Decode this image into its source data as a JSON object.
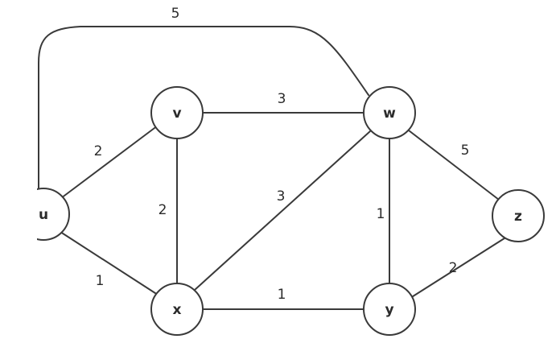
{
  "nodes": [
    {
      "id": "u",
      "label": "u"
    },
    {
      "id": "v",
      "label": "v"
    },
    {
      "id": "w",
      "label": "w"
    },
    {
      "id": "x",
      "label": "x"
    },
    {
      "id": "y",
      "label": "y"
    },
    {
      "id": "z",
      "label": "z"
    }
  ],
  "edges": [
    {
      "id": "u-w",
      "from": "u",
      "to": "w",
      "weight": "5"
    },
    {
      "id": "u-v",
      "from": "u",
      "to": "v",
      "weight": "2"
    },
    {
      "id": "u-x",
      "from": "u",
      "to": "x",
      "weight": "1"
    },
    {
      "id": "v-w",
      "from": "v",
      "to": "w",
      "weight": "3"
    },
    {
      "id": "v-x",
      "from": "v",
      "to": "x",
      "weight": "2"
    },
    {
      "id": "x-w",
      "from": "x",
      "to": "w",
      "weight": "3"
    },
    {
      "id": "w-y",
      "from": "w",
      "to": "y",
      "weight": "1"
    },
    {
      "id": "w-z",
      "from": "w",
      "to": "z",
      "weight": "5"
    },
    {
      "id": "x-y",
      "from": "x",
      "to": "y",
      "weight": "1"
    },
    {
      "id": "y-z",
      "from": "y",
      "to": "z",
      "weight": "2"
    }
  ]
}
